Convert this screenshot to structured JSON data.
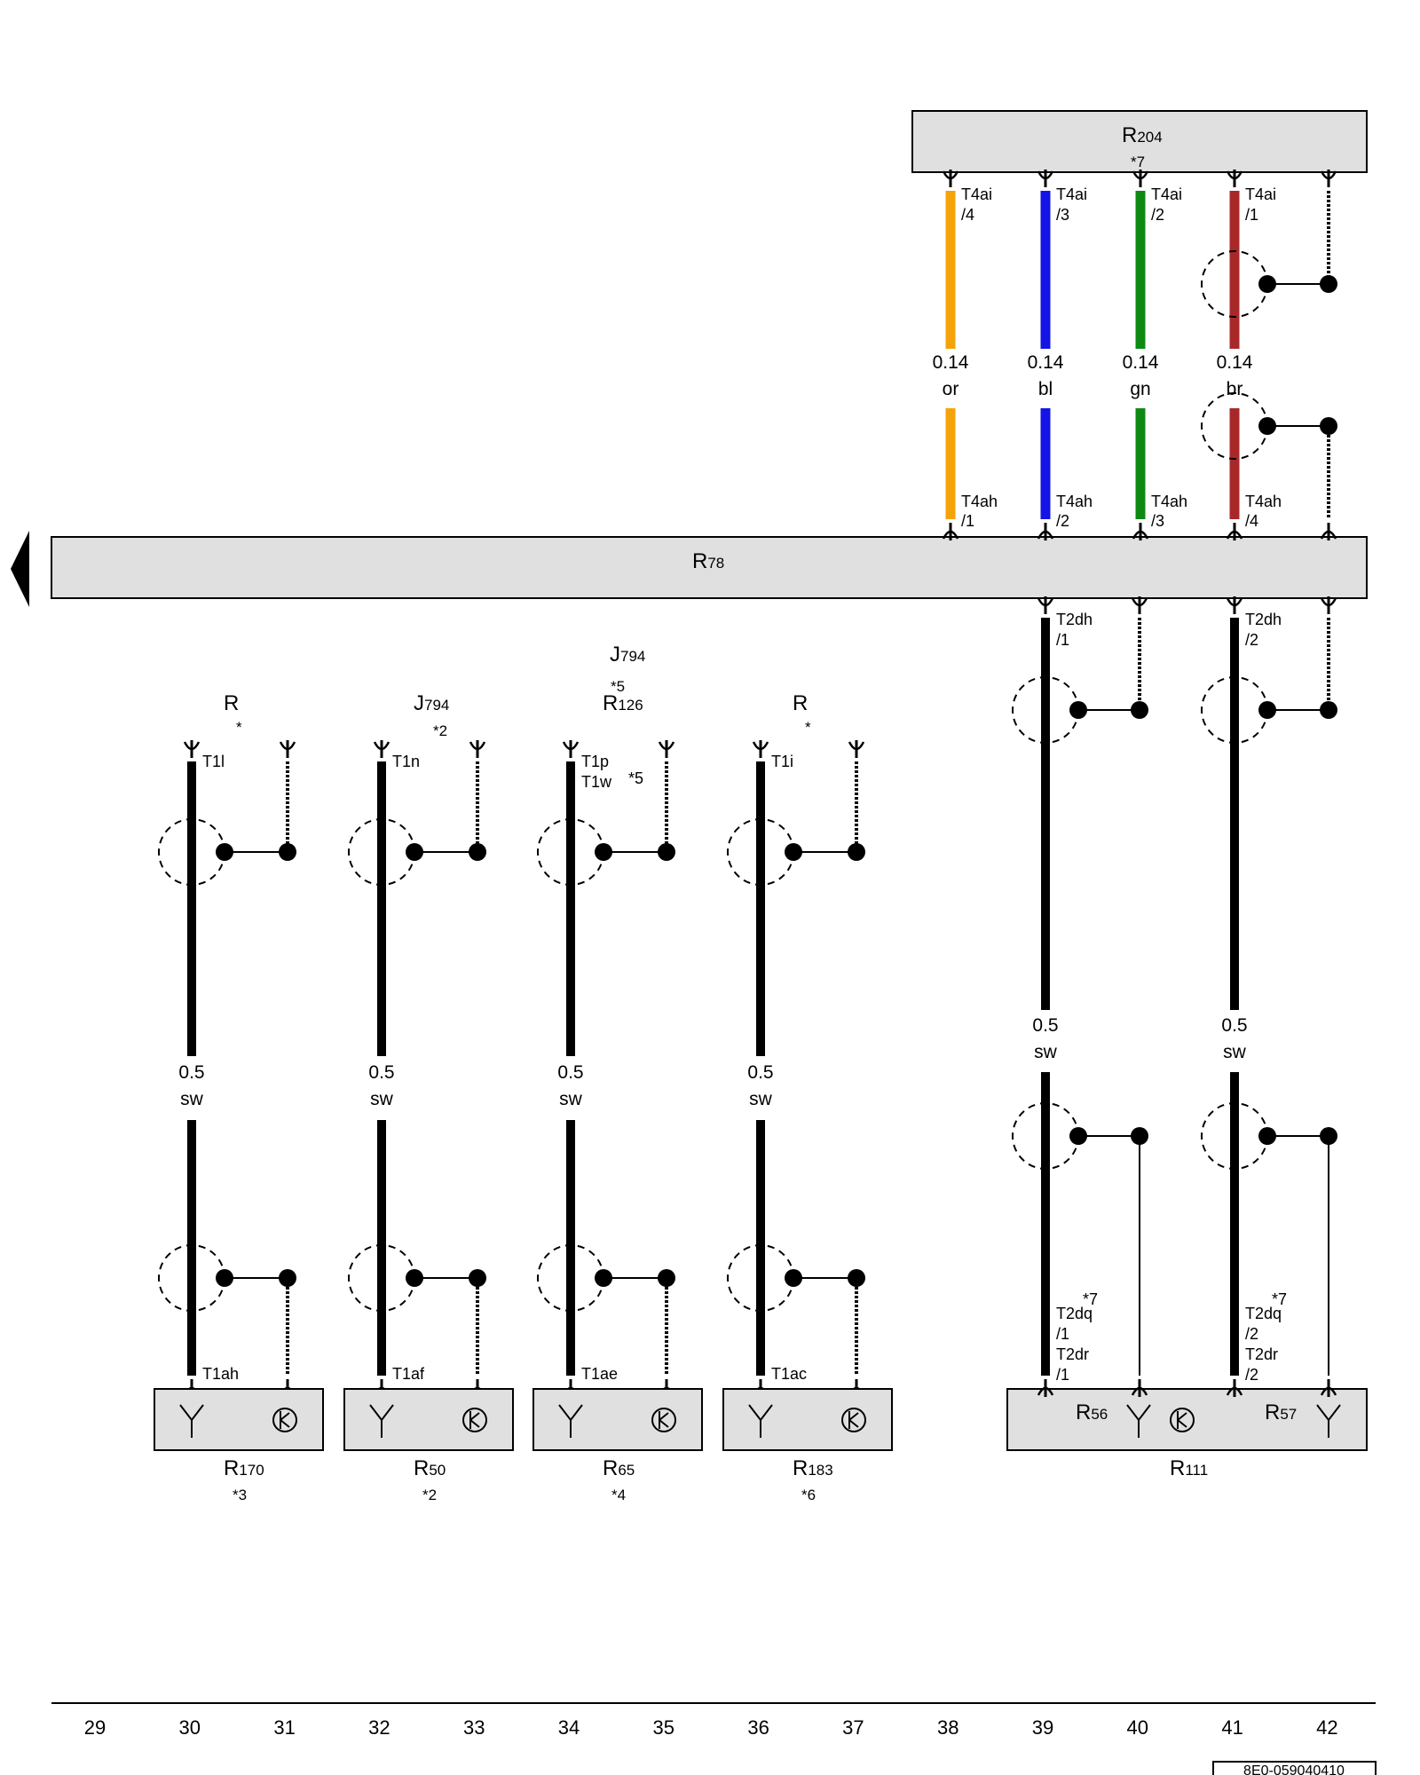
{
  "components": {
    "R204": {
      "main": "R",
      "sub": "204",
      "note": "*7"
    },
    "R78": {
      "main": "R",
      "sub": "78"
    },
    "J794": {
      "main": "J",
      "sub": "794",
      "note": "*5"
    },
    "R126": {
      "main": "R",
      "sub": "126"
    },
    "R111": {
      "main": "R",
      "sub": "111"
    },
    "R56": {
      "main": "R",
      "sub": "56"
    },
    "R57": {
      "main": "R",
      "sub": "57"
    }
  },
  "top_wires": [
    {
      "pin_top": "T4ai",
      "pin_top_num": "/4",
      "gauge": "0.14",
      "color_code": "or",
      "pin_bottom": "T4ah",
      "pin_bottom_num": "/1",
      "color": "#f5a30a"
    },
    {
      "pin_top": "T4ai",
      "pin_top_num": "/3",
      "gauge": "0.14",
      "color_code": "bl",
      "pin_bottom": "T4ah",
      "pin_bottom_num": "/2",
      "color": "#1414e6"
    },
    {
      "pin_top": "T4ai",
      "pin_top_num": "/2",
      "gauge": "0.14",
      "color_code": "gn",
      "pin_bottom": "T4ah",
      "pin_bottom_num": "/3",
      "color": "#0e8a14"
    },
    {
      "pin_top": "T4ai",
      "pin_top_num": "/1",
      "gauge": "0.14",
      "color_code": "br",
      "pin_bottom": "T4ah",
      "pin_bottom_num": "/4",
      "color": "#a8282a"
    }
  ],
  "bottom_circuits": [
    {
      "top_main": "R",
      "top_sub": "",
      "top_note": "*",
      "top_pin": "T1l",
      "top_pin2": "",
      "gauge": "0.5",
      "color_code": "sw",
      "bottom_pin": "T1ah",
      "comp_main": "R",
      "comp_sub": "170",
      "comp_note": "*3"
    },
    {
      "top_main": "J",
      "top_sub": "794",
      "top_note": "*2",
      "top_pin": "T1n",
      "top_pin2": "",
      "gauge": "0.5",
      "color_code": "sw",
      "bottom_pin": "T1af",
      "comp_main": "R",
      "comp_sub": "50",
      "comp_note": "*2"
    },
    {
      "top_main": "R",
      "top_sub": "126",
      "top_note": "",
      "top_pin": "T1p",
      "top_pin2": "T1w",
      "top_pin2_note": "*5",
      "gauge": "0.5",
      "color_code": "sw",
      "bottom_pin": "T1ae",
      "comp_main": "R",
      "comp_sub": "65",
      "comp_note": "*4"
    },
    {
      "top_main": "R",
      "top_sub": "",
      "top_note": "*",
      "top_pin": "T1i",
      "top_pin2": "",
      "gauge": "0.5",
      "color_code": "sw",
      "bottom_pin": "T1ac",
      "comp_main": "R",
      "comp_sub": "183",
      "comp_note": "*6"
    }
  ],
  "right_circuits": [
    {
      "top_pin": "T2dh",
      "top_pin_num": "/1",
      "gauge": "0.5",
      "color_code": "sw",
      "pin_a": "T2dq",
      "pin_a_note": "*7",
      "pin_a_num": "/1",
      "pin_b": "T2dr",
      "pin_b_num": "/1"
    },
    {
      "top_pin": "T2dh",
      "top_pin_num": "/2",
      "gauge": "0.5",
      "color_code": "sw",
      "pin_a": "T2dq",
      "pin_a_note": "*7",
      "pin_a_num": "/2",
      "pin_b": "T2dr",
      "pin_b_num": "/2"
    }
  ],
  "axis_numbers": [
    "29",
    "30",
    "31",
    "32",
    "33",
    "34",
    "35",
    "36",
    "37",
    "38",
    "39",
    "40",
    "41",
    "42"
  ],
  "doc_id": "8E0-059040410"
}
